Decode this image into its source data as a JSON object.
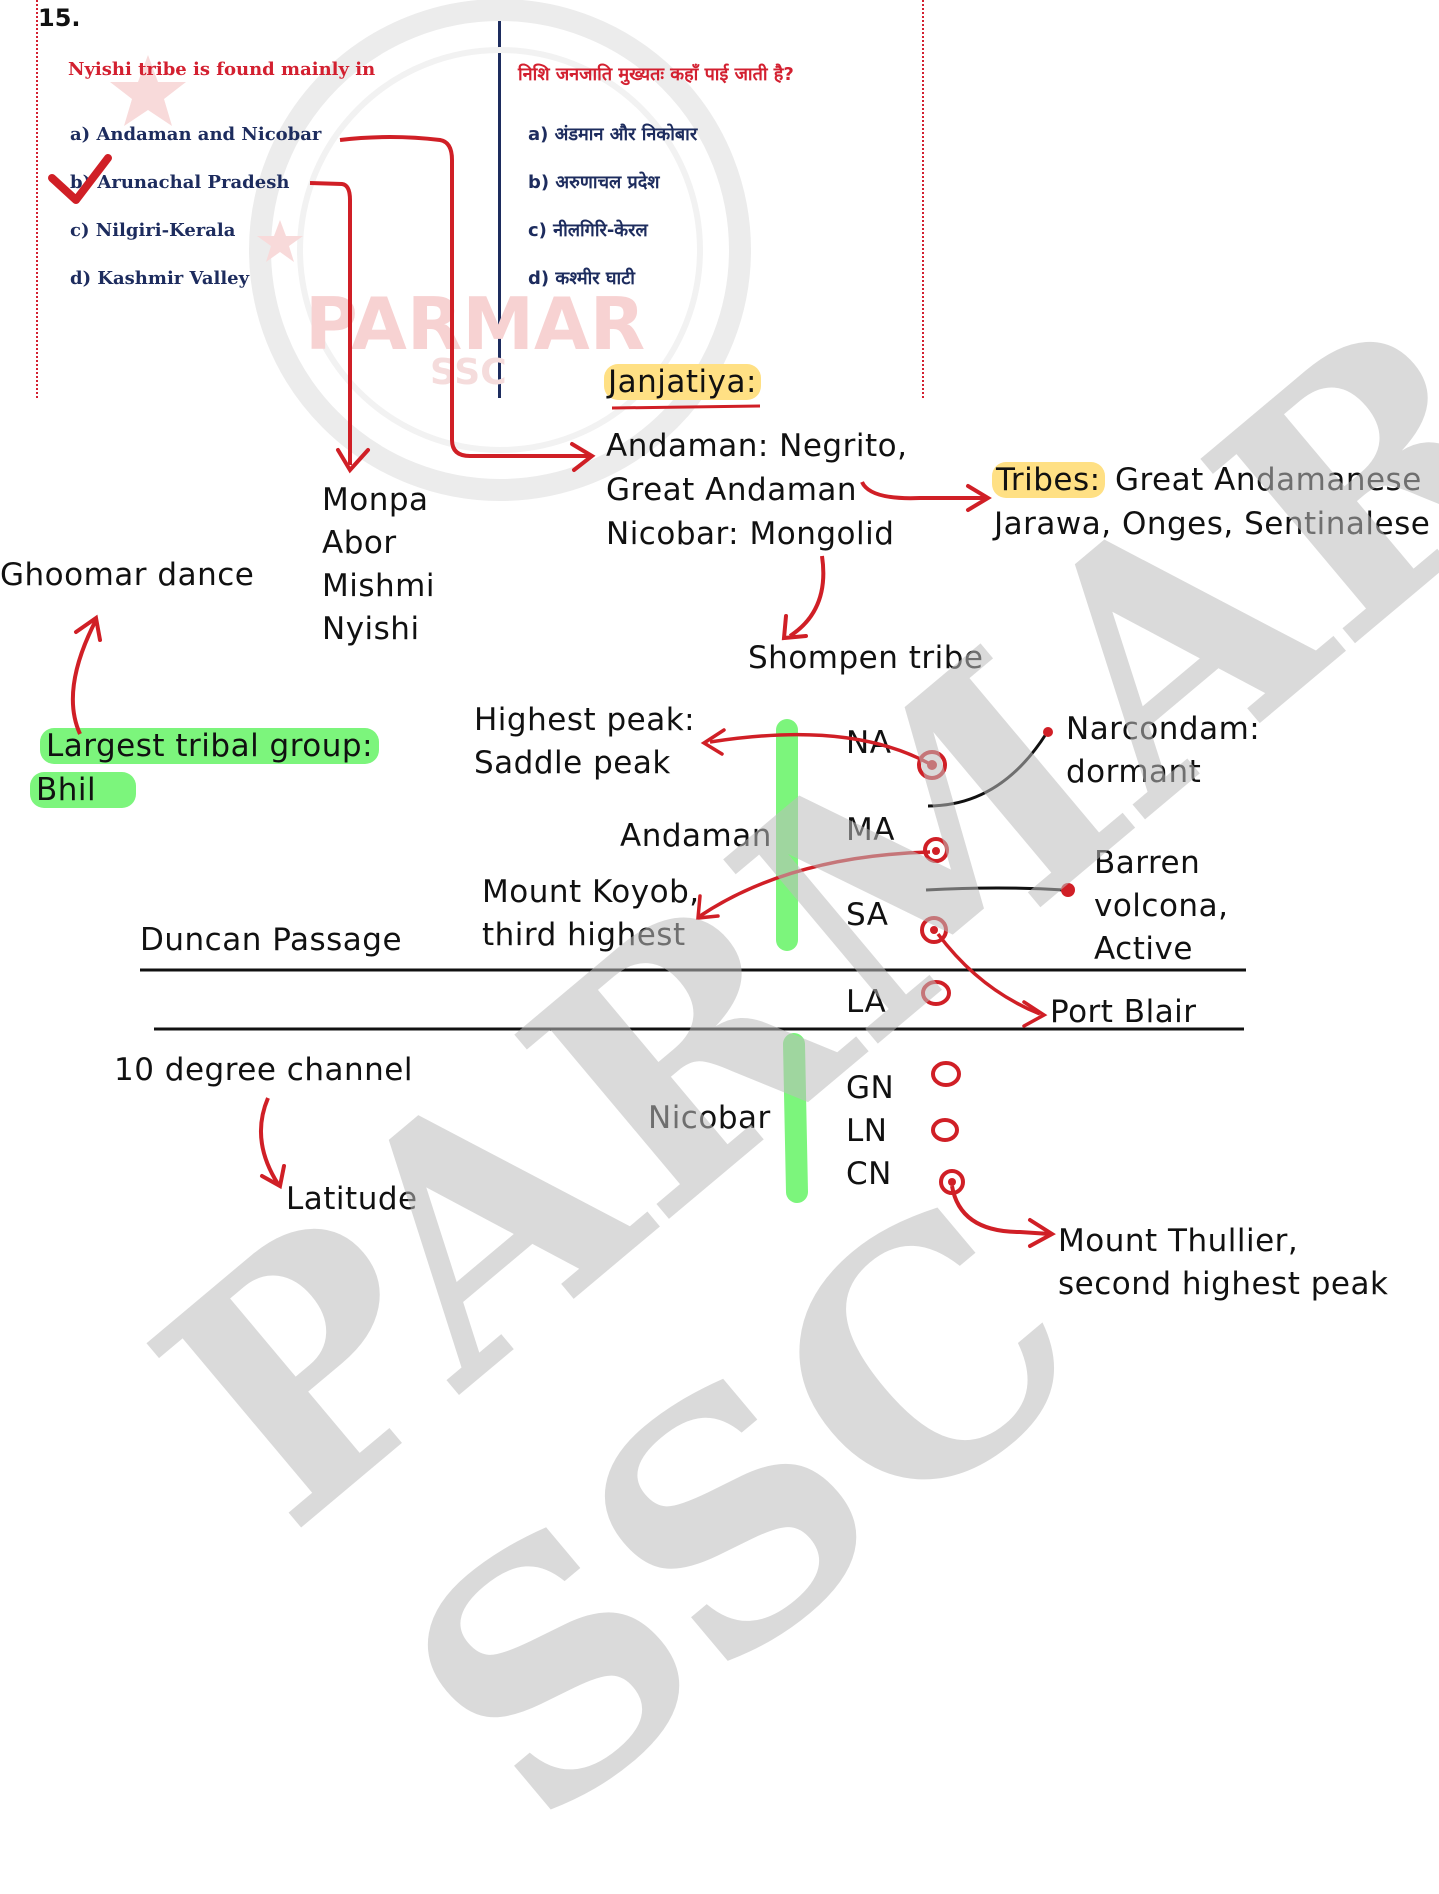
{
  "question": {
    "number": "15.",
    "english": "Nyishi tribe is found mainly in",
    "hindi": "निशि जनजाति मुख्यतः कहाँ पाई जाती है?",
    "options_en": [
      "a) Andaman and Nicobar",
      "b) Arunachal Pradesh",
      "c) Nilgiri-Kerala",
      "d) Kashmir Valley"
    ],
    "options_hi": [
      "a) अंडमान और निकोबार",
      "b) अरुणाचल प्रदेश",
      "c) नीलगिरि-केरल",
      "d) कश्मीर घाटी"
    ],
    "correct_option": "b"
  },
  "notes": {
    "janjatiya": "Janjatiya:",
    "andaman_lines": [
      "Andaman: Negrito,",
      "Great Andaman",
      "Nicobar: Mongolid"
    ],
    "tribes_label": "Tribes:",
    "tribes_line1": " Great Andamanese",
    "tribes_line2": "Jarawa, Onges, Sentinalese",
    "shompen": "Shompen tribe",
    "arunachal_tribes": [
      "Monpa",
      "Abor",
      "Mishmi",
      "Nyishi"
    ],
    "ghoomar": "Ghoomar dance",
    "largest_group_1": "Largest tribal group:",
    "largest_group_2": "Bhil",
    "highest_peak_1": "Highest peak:",
    "highest_peak_2": "Saddle peak",
    "andaman_label": "Andaman",
    "koyob_1": "Mount Koyob,",
    "koyob_2": "third highest",
    "duncan": "Duncan Passage",
    "ten_degree": "10 degree channel",
    "latitude": "Latitude",
    "nicobar_label": "Nicobar",
    "islands": [
      "NA",
      "MA",
      "SA",
      "LA",
      "GN",
      "LN",
      "CN"
    ],
    "narcondam_1": "Narcondam:",
    "narcondam_2": "dormant",
    "barren_1": "Barren",
    "barren_2": "volcona,",
    "barren_3": "Active",
    "port_blair": "Port Blair",
    "thullier_1": "Mount Thullier,",
    "thullier_2": "second highest peak"
  },
  "watermark": {
    "text": "PARMAR SSC",
    "logo_text_1": "PARMAR",
    "logo_text_2": "SSC"
  },
  "colors": {
    "ink_red": "#d01f26",
    "ink_black": "#111111",
    "highlight_yellow": "#ffe084",
    "highlight_green": "#7cf57c",
    "question_red": "#d32030",
    "option_navy": "#1d2c5e"
  }
}
